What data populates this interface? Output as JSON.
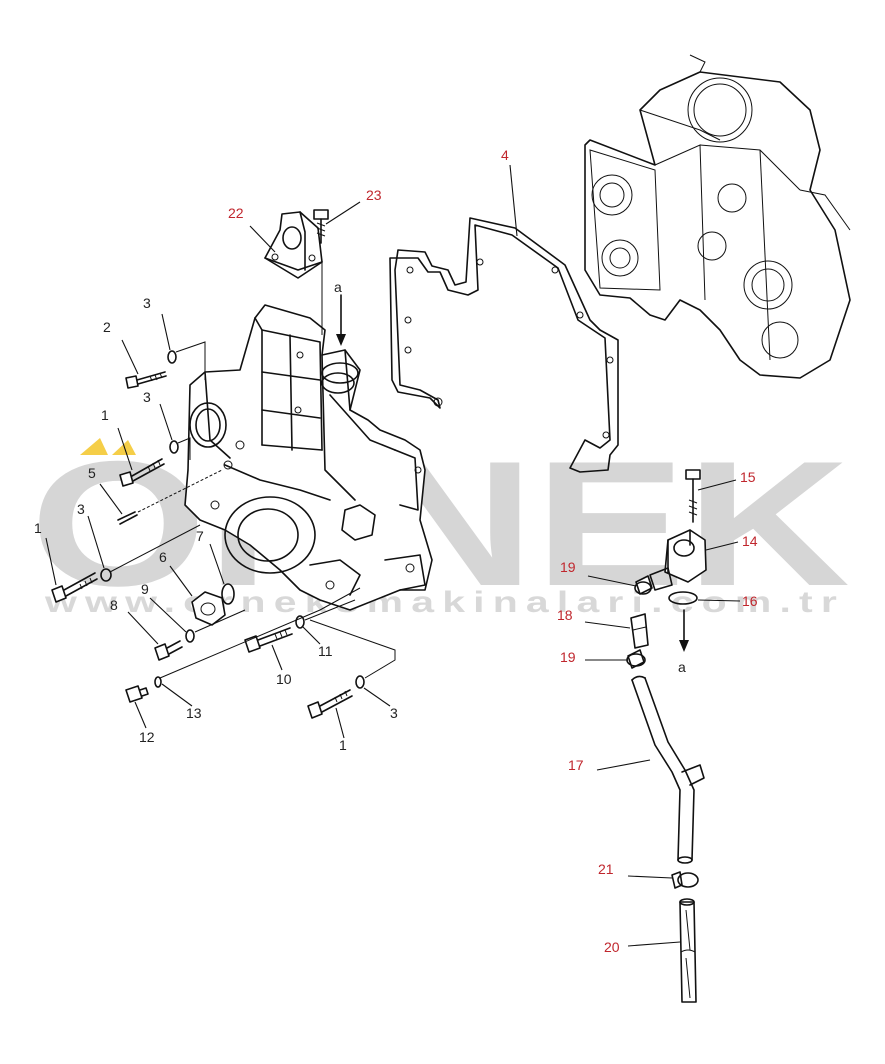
{
  "watermark": {
    "brand": "ORNEK",
    "url": "www.orneksmakinalari.com.tr",
    "accent_color": "#f2c21a"
  },
  "colors": {
    "left_callouts": "#222222",
    "right_callouts": "#c0262d"
  },
  "callouts": {
    "c1a": "1",
    "c1b": "1",
    "c1c": "1",
    "c2": "2",
    "c3a": "3",
    "c3b": "3",
    "c3c": "3",
    "c3d": "3",
    "c4": "4",
    "c5": "5",
    "c6": "6",
    "c7": "7",
    "c8": "8",
    "c9": "9",
    "c10": "10",
    "c11": "11",
    "c12": "12",
    "c13": "13",
    "c14": "14",
    "c15": "15",
    "c16": "16",
    "c17": "17",
    "c18": "18",
    "c19a": "19",
    "c19b": "19",
    "c20": "20",
    "c21": "21",
    "c22": "22",
    "c23": "23"
  },
  "markers": {
    "a_top": "a",
    "a_bottom": "a"
  }
}
